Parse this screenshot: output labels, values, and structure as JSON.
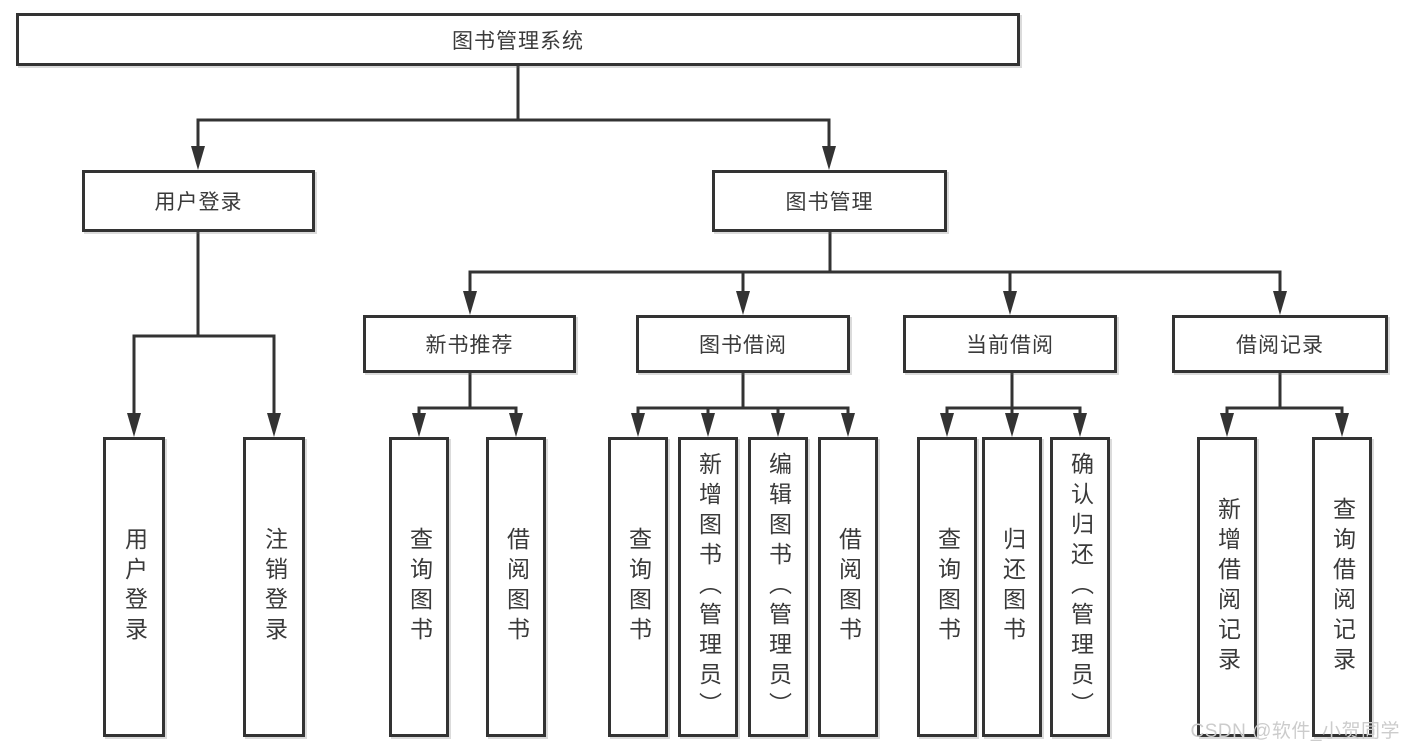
{
  "colors": {
    "line": "#333333",
    "text": "#3a3a3a",
    "box_bg": "#ffffff",
    "bg": "#ffffff",
    "watermark": "#cccccc"
  },
  "watermark": "CSDN @软件_小贺同学",
  "nodes": {
    "root": "图书管理系统",
    "login": "用户登录",
    "mgmt": "图书管理",
    "new_books": "新书推荐",
    "borrow": "图书借阅",
    "current": "当前借阅",
    "records": "借阅记录",
    "login_leaf1": "用户登录",
    "login_leaf2": "注销登录",
    "new_leaf1": "查询图书",
    "new_leaf2": "借阅图书",
    "borrow_leaf1": "查询图书",
    "borrow_leaf2": "新增图书（管理员）",
    "borrow_leaf3": "编辑图书（管理员）",
    "borrow_leaf4": "借阅图书",
    "current_leaf1": "查询图书",
    "current_leaf2": "归还图书",
    "current_leaf3": "确认归还（管理员）",
    "records_leaf1": "新增借阅记录",
    "records_leaf2": "查询借阅记录"
  }
}
